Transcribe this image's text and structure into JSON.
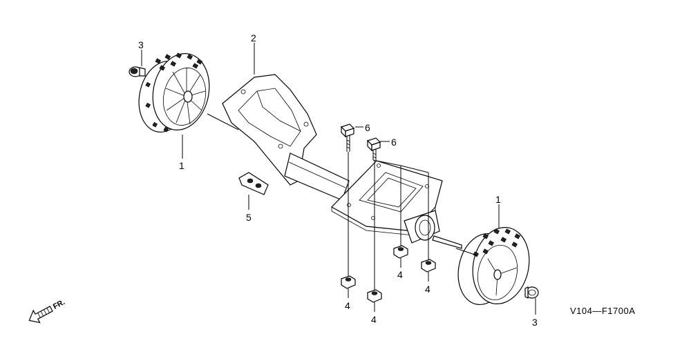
{
  "diagram": {
    "callouts": {
      "wheel_front_left": "1",
      "wheel_rear_right": "1",
      "axle_housing": "2",
      "cap_top_left": "3",
      "cap_bottom_right": "3",
      "nut_a": "4",
      "nut_b": "4",
      "nut_c": "4",
      "nut_d": "4",
      "clip": "5",
      "bolt_a": "6",
      "bolt_b": "6"
    },
    "front_arrow_label": "FR.",
    "figure_code": "V104—F1700A"
  }
}
